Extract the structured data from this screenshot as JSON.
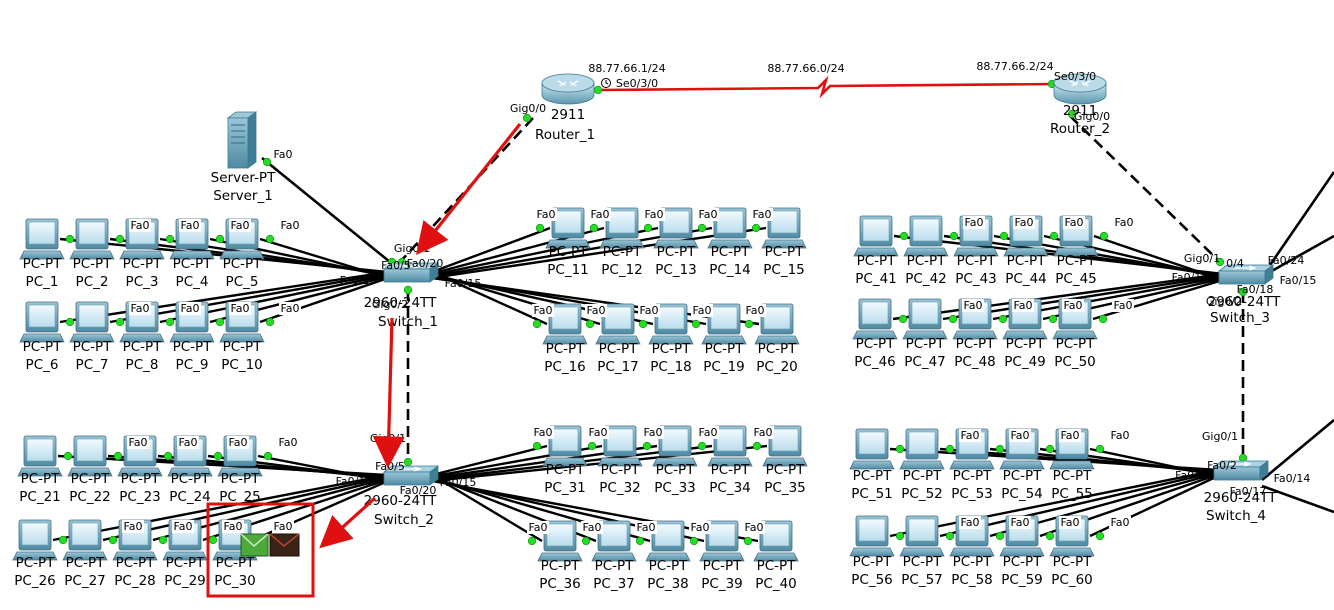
{
  "topology": {
    "routers": [
      {
        "id": "router_1",
        "model": "2911",
        "name": "Router_1"
      },
      {
        "id": "router_2",
        "model": "2911",
        "name": "Router_2"
      }
    ],
    "wan": {
      "network": "88.77.66.0/24",
      "router_1_ip": "88.77.66.1/24",
      "router_2_ip": "88.77.66.2/24",
      "router_1_iface": "Se0/3/0",
      "router_2_iface": "Se0/3/0"
    },
    "server": {
      "type": "Server-PT",
      "name": "Server_1",
      "port": "Fa0"
    },
    "switches": [
      {
        "id": "switch_1",
        "name": "Switch_1"
      },
      {
        "id": "switch_2",
        "name": "Switch_2"
      },
      {
        "id": "switch_3",
        "name": "Switch_3"
      },
      {
        "id": "switch_4",
        "name": "Switch_4"
      }
    ],
    "pc_type": "PC-PT",
    "pc_port": "Fa0",
    "pcs": [
      "PC_1",
      "PC_2",
      "PC_3",
      "PC_4",
      "PC_5",
      "PC_6",
      "PC_7",
      "PC_8",
      "PC_9",
      "PC_10",
      "PC_11",
      "PC_12",
      "PC_13",
      "PC_14",
      "PC_15",
      "PC_16",
      "PC_17",
      "PC_18",
      "PC_19",
      "PC_20",
      "PC_21",
      "PC_22",
      "PC_23",
      "PC_24",
      "PC_25",
      "PC_26",
      "PC_27",
      "PC_28",
      "PC_29",
      "PC_30",
      "PC_31",
      "PC_32",
      "PC_33",
      "PC_34",
      "PC_35",
      "PC_36",
      "PC_37",
      "PC_38",
      "PC_39",
      "PC_40",
      "PC_41",
      "PC_42",
      "PC_43",
      "PC_44",
      "PC_45",
      "PC_46",
      "PC_47",
      "PC_48",
      "PC_49",
      "PC_50",
      "PC_51",
      "PC_52",
      "PC_53",
      "PC_54",
      "PC_55",
      "PC_56",
      "PC_57",
      "PC_58",
      "PC_59",
      "PC_60"
    ],
    "port_labels": {
      "r1_gig": "Gig0/0",
      "r2_gig": "Gig0/0",
      "sw1": [
        "Gig0/1",
        "Fa0/5",
        "Fa0/10",
        "Fa0/20",
        "Fa0/15",
        "Gig0/2"
      ],
      "sw2": [
        "Gig0/1",
        "Fa0/5",
        "Fa0/10",
        "Fa0/20",
        "Fa0/15"
      ],
      "sw3": [
        "Gig0/1",
        "0/4",
        "Fa0/24",
        "Fa0/10",
        "Fa0/15",
        "Gig0/2",
        "Fa0/18"
      ],
      "sw4": [
        "Gig0/1",
        "Fa0/2",
        "Fa0/8",
        "Fa0/17",
        "Fa0/14"
      ]
    },
    "partial_model_labels": {
      "sw1": "2960-24TT",
      "sw2": "2960-24TT",
      "sw3": "2960-24TT",
      "sw4": "2960-24TT"
    }
  },
  "colors": {
    "link": "#000000",
    "serial": "#e01010",
    "arrow": "#e01010",
    "highlight": "#e01010",
    "port_up": "#22dd22",
    "device": "#5b9bb5"
  },
  "icons": {
    "router": "router-icon",
    "switch": "switch-icon",
    "server": "server-icon",
    "pc": "pc-icon",
    "envelope": "envelope-icon",
    "clock": "clock-icon"
  }
}
